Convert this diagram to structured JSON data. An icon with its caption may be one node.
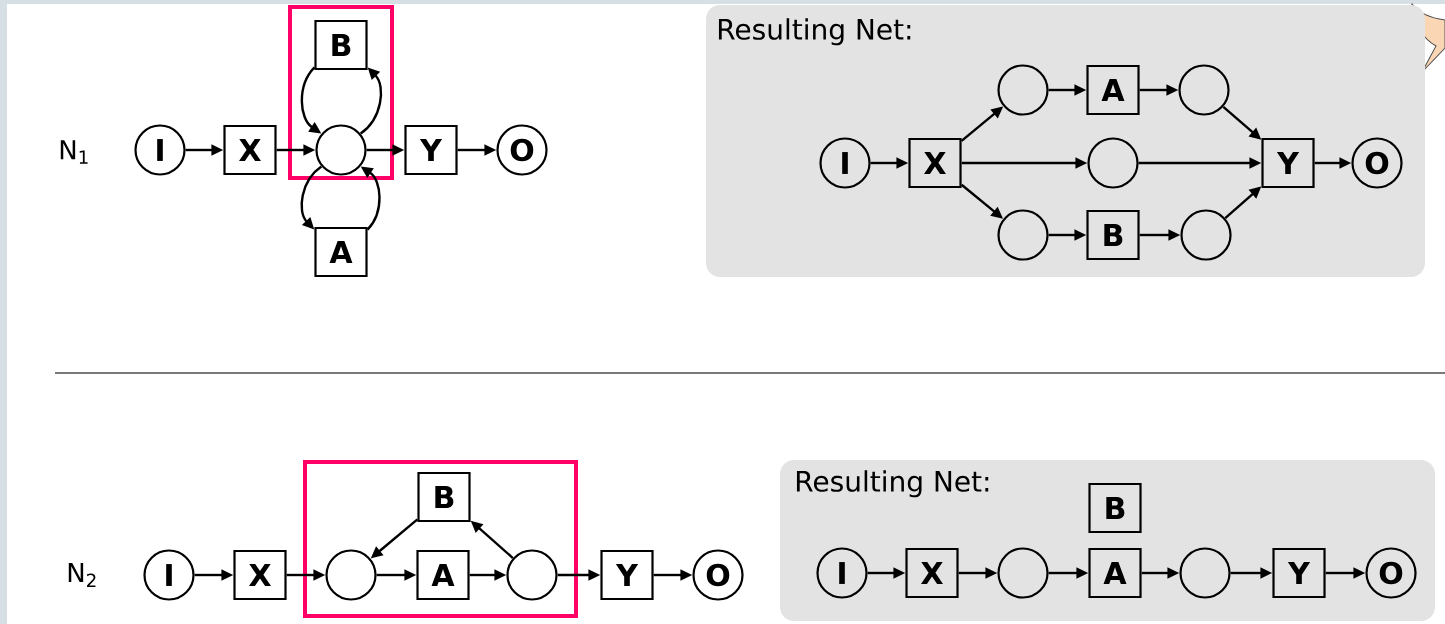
{
  "diagram": {
    "nodes": [
      {
        "text": [
          "I"
        ]
      },
      {
        "text": [
          "X"
        ]
      },
      {
        "text": [],
        "shape": "circle"
      },
      {
        "text": [
          "Y"
        ]
      },
      {
        "text": [
          "O"
        ]
      },
      {
        "text": [
          "B"
        ]
      },
      {
        "text": [
          "A"
        ]
      },
      {
        "text": [
          "Resulting Net:"
        ]
      },
      {
        "text": [
          "I"
        ],
        "in": 7
      },
      {
        "text": [
          "X"
        ],
        "in": 7
      },
      {
        "text": [],
        "shape": "circle",
        "in": 7
      },
      {
        "text": [
          "A"
        ],
        "in": 7
      },
      {
        "text": [],
        "shape": "circle",
        "in": 7
      },
      {
        "text": [],
        "shape": "circle",
        "in": 7
      },
      {
        "text": [],
        "shape": "circle",
        "in": 7
      },
      {
        "text": [
          "B"
        ],
        "in": 7
      },
      {
        "text": [],
        "shape": "circle",
        "in": 7
      },
      {
        "text": [
          "Y"
        ],
        "in": 7
      },
      {
        "text": [
          "O"
        ],
        "in": 7
      },
      {
        "text": [
          "I"
        ]
      },
      {
        "text": [
          "X"
        ]
      },
      {
        "text": [],
        "shape": "circle"
      },
      {
        "text": [
          "A"
        ]
      },
      {
        "text": [],
        "shape": "circle"
      },
      {
        "text": [
          "Y"
        ]
      },
      {
        "text": [
          "O"
        ]
      },
      {
        "text": [
          "B"
        ]
      },
      {
        "text": [
          "Resulting Net:"
        ]
      },
      {
        "text": [
          "I"
        ],
        "in": 27
      },
      {
        "text": [
          "X"
        ],
        "in": 27
      },
      {
        "text": [],
        "shape": "circle",
        "in": 27
      },
      {
        "text": [
          "A"
        ],
        "in": 27
      },
      {
        "text": [],
        "shape": "circle",
        "in": 27
      },
      {
        "text": [
          "Y"
        ],
        "in": 27
      },
      {
        "text": [
          "O"
        ],
        "in": 27
      },
      {
        "text": [
          "B"
        ],
        "in": 27
      }
    ],
    "edges": [
      {
        "from": 0,
        "to": 1,
        "arrow": "to"
      },
      {
        "from": 1,
        "to": 2,
        "arrow": "to"
      },
      {
        "from": 2,
        "to": 3,
        "arrow": "to"
      },
      {
        "from": 3,
        "to": 4,
        "arrow": "to"
      },
      {
        "from": 2,
        "to": 5,
        "arrow": "to"
      },
      {
        "from": 5,
        "to": 2,
        "arrow": "to"
      },
      {
        "from": 2,
        "to": 6,
        "arrow": "to"
      },
      {
        "from": 6,
        "to": 2,
        "arrow": "to"
      },
      {
        "from": 8,
        "to": 9,
        "arrow": "to"
      },
      {
        "from": 9,
        "to": 10,
        "arrow": "to"
      },
      {
        "from": 10,
        "to": 11,
        "arrow": "to"
      },
      {
        "from": 11,
        "to": 12,
        "arrow": "to"
      },
      {
        "from": 12,
        "to": 17,
        "arrow": "to"
      },
      {
        "from": 9,
        "to": 13,
        "arrow": "to"
      },
      {
        "from": 13,
        "to": 17,
        "arrow": "to"
      },
      {
        "from": 9,
        "to": 14,
        "arrow": "to"
      },
      {
        "from": 14,
        "to": 15,
        "arrow": "to"
      },
      {
        "from": 15,
        "to": 16,
        "arrow": "to"
      },
      {
        "from": 16,
        "to": 17,
        "arrow": "to"
      },
      {
        "from": 17,
        "to": 18,
        "arrow": "to"
      },
      {
        "from": 19,
        "to": 20,
        "arrow": "to"
      },
      {
        "from": 20,
        "to": 21,
        "arrow": "to"
      },
      {
        "from": 21,
        "to": 22,
        "arrow": "to"
      },
      {
        "from": 22,
        "to": 23,
        "arrow": "to"
      },
      {
        "from": 23,
        "to": 24,
        "arrow": "to"
      },
      {
        "from": 24,
        "to": 25,
        "arrow": "to"
      },
      {
        "from": 23,
        "to": 26,
        "arrow": "to"
      },
      {
        "from": 26,
        "to": 21,
        "arrow": "to"
      },
      {
        "from": 28,
        "to": 29,
        "arrow": "to"
      },
      {
        "from": 29,
        "to": 30,
        "arrow": "to"
      },
      {
        "from": 30,
        "to": 31,
        "arrow": "to"
      },
      {
        "from": 31,
        "to": 32,
        "arrow": "to"
      },
      {
        "from": 32,
        "to": 33,
        "arrow": "to"
      },
      {
        "from": 33,
        "to": 34,
        "arrow": "to"
      }
    ],
    "labels": [
      "N$_{1}$",
      "N$_{2}$"
    ]
  }
}
